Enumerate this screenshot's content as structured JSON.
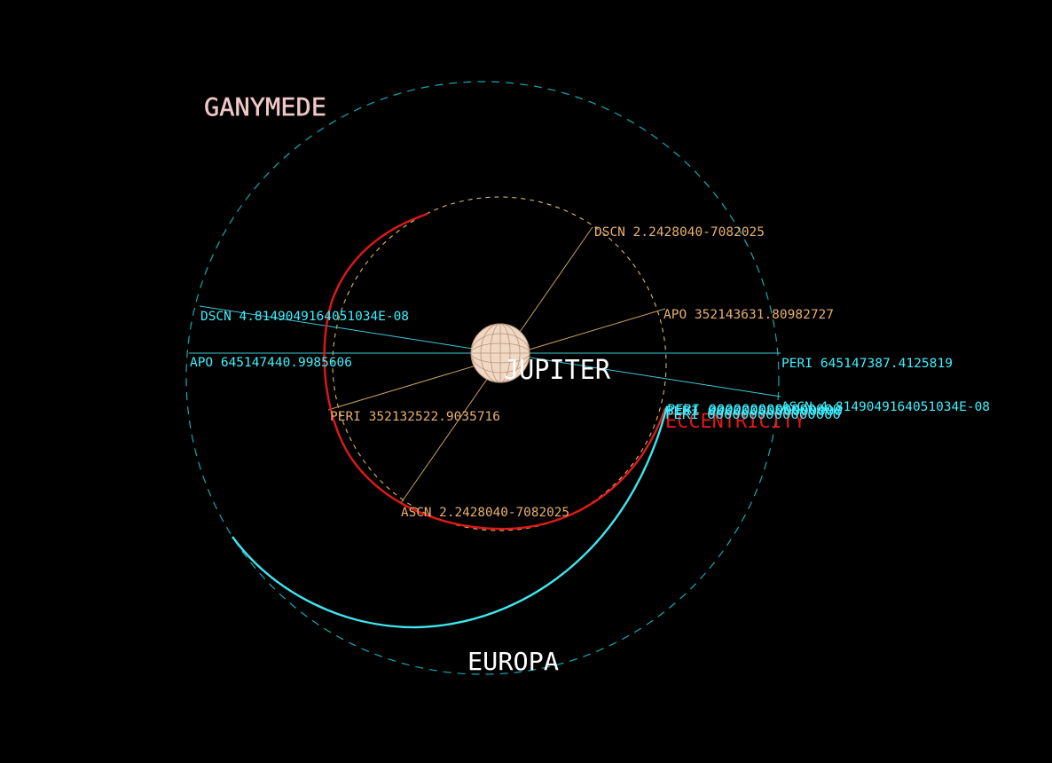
{
  "bodies": {
    "central": "JUPITER",
    "outer_moon": "GANYMEDE",
    "inner_moon": "EUROPA"
  },
  "labels": {
    "inner_dscn": "DSCN 2.2428040-7082025",
    "inner_ascn": "ASCN 2.2428040-7082025",
    "inner_apo": "APO 352143631.80982727",
    "inner_peri": "PERI 352132522.9035716",
    "outer_dscn": "DSCN 4.8149049164051034E-08",
    "outer_ascn": "ASCN 4.8149049164051034E-08",
    "outer_apo": "APO 645147440.9985606",
    "outer_peri": "PERI 645147387.4125819",
    "overlap_a": "PERI 0000000000000000",
    "overlap_b": "ECCENTRICITY"
  },
  "colors": {
    "background": "#000000",
    "ganymede_orbit": "#17a8b0",
    "europa_orbit": "#d9b96a",
    "trajectory_red": "#e01818",
    "trajectory_cyan": "#3fe6ee",
    "label_orange": "#e8b070",
    "label_cyan": "#3ff0ff",
    "label_white": "#ffffff",
    "label_pink": "#f0c8c8",
    "planet_fill": "#f0d8c4",
    "planet_mesh": "#b89478"
  }
}
